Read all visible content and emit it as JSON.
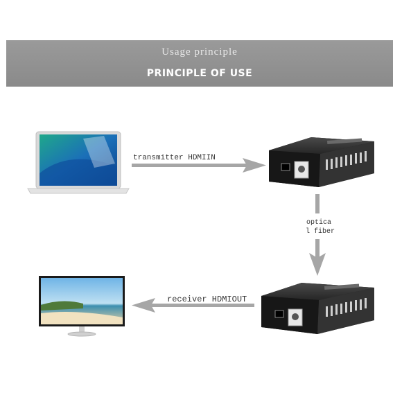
{
  "header": {
    "subtitle": "Usage principle",
    "title": "PRINCIPLE OF USE"
  },
  "labels": {
    "transmitter": "transmitter HDMIIN",
    "fiber_line1": "optica",
    "fiber_line2": "l fiber",
    "receiver": "receiver HDMIOUT"
  },
  "colors": {
    "banner": "#8f8f8f",
    "arrow": "#a6a6a6",
    "device_body": "#2b2b2b"
  },
  "icons": [
    "laptop-icon",
    "fiber-converter-icon",
    "monitor-icon"
  ]
}
